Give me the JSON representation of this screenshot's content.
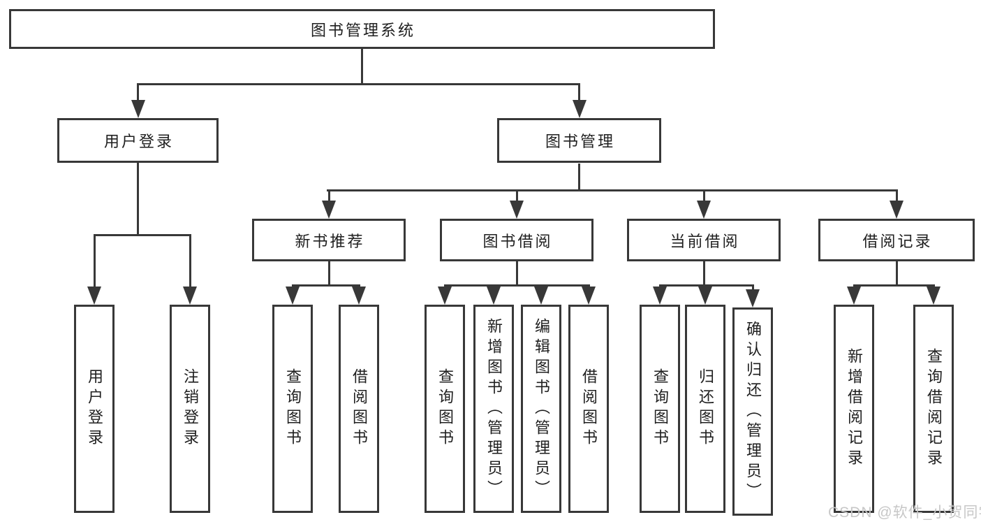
{
  "diagram_title": "图书管理系统",
  "tree": {
    "root": {
      "label": "图书管理系统"
    },
    "branches": [
      {
        "label": "用户登录",
        "children": [
          {
            "label": "用户登录"
          },
          {
            "label": "注销登录"
          }
        ]
      },
      {
        "label": "图书管理",
        "children": [
          {
            "label": "新书推荐",
            "children": [
              {
                "label": "查询图书"
              },
              {
                "label": "借阅图书"
              }
            ]
          },
          {
            "label": "图书借阅",
            "children": [
              {
                "label": "查询图书"
              },
              {
                "label": "新增图书（管理员）"
              },
              {
                "label": "编辑图书（管理员）"
              },
              {
                "label": "借阅图书"
              }
            ]
          },
          {
            "label": "当前借阅",
            "children": [
              {
                "label": "查询图书"
              },
              {
                "label": "归还图书"
              },
              {
                "label": "确认归还（管理员）"
              }
            ]
          },
          {
            "label": "借阅记录",
            "children": [
              {
                "label": "新增借阅记录"
              },
              {
                "label": "查询借阅记录"
              }
            ]
          }
        ]
      }
    ]
  },
  "watermark": {
    "text": "CSDN @软件_小贺同学"
  },
  "colors": {
    "line": "#383838",
    "text": "#1f1f1f",
    "watermark": "#c7c7c7",
    "background": "#ffffff"
  }
}
